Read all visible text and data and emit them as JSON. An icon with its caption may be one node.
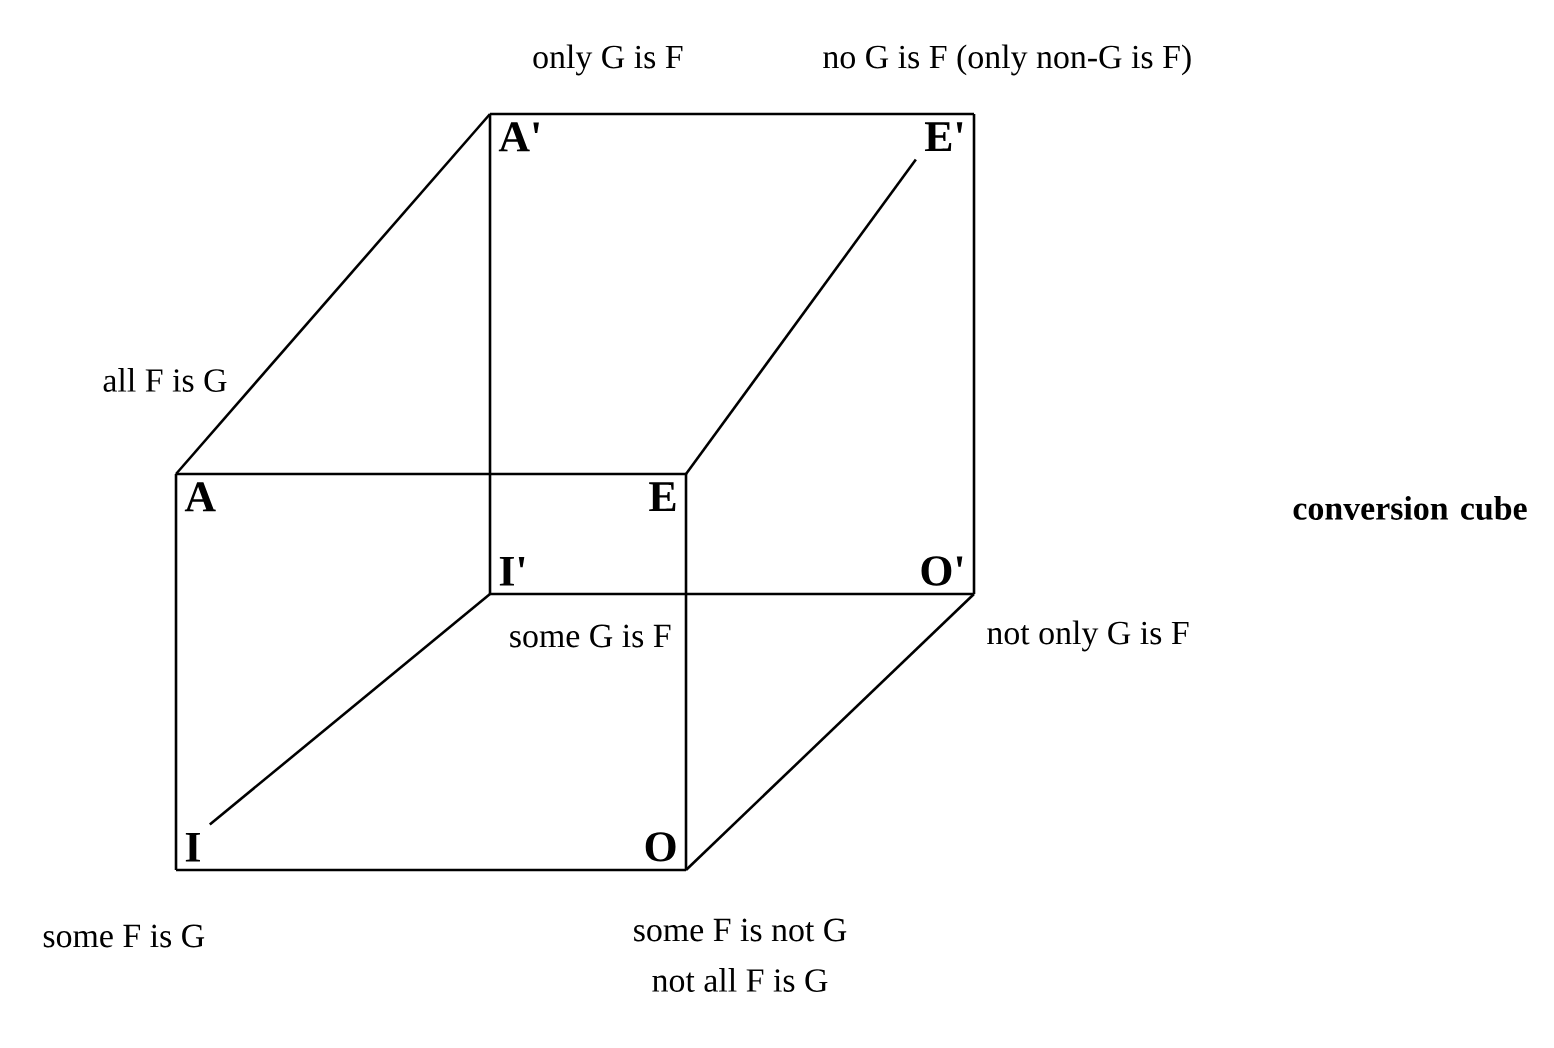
{
  "diagram": {
    "nodes": [
      {
        "text": [
          "A'"
        ],
        "beside": [
          "only G is F"
        ]
      },
      {
        "text": [
          "E'"
        ],
        "beside": [
          "no G is F (only non-G is F)"
        ]
      },
      {
        "text": [
          "A"
        ],
        "beside": [
          "all F is G"
        ]
      },
      {
        "text": [
          "E"
        ]
      },
      {
        "text": [
          "I'"
        ],
        "beside": [
          "some G is F"
        ]
      },
      {
        "text": [
          "O'"
        ],
        "beside": [
          "not only G is F"
        ]
      },
      {
        "text": [
          "I"
        ],
        "beside": [
          "some F is G"
        ]
      },
      {
        "text": [
          "O"
        ],
        "beside": [
          "some F is not G",
          "not all F is G"
        ]
      }
    ],
    "edges": [
      {
        "from": 0,
        "to": 1,
        "arrow": "none"
      },
      {
        "from": 0,
        "to": 4,
        "arrow": "none"
      },
      {
        "from": 1,
        "to": 5,
        "arrow": "none"
      },
      {
        "from": 4,
        "to": 5,
        "arrow": "none"
      },
      {
        "from": 2,
        "to": 3,
        "arrow": "none"
      },
      {
        "from": 2,
        "to": 6,
        "arrow": "none"
      },
      {
        "from": 3,
        "to": 7,
        "arrow": "none"
      },
      {
        "from": 6,
        "to": 7,
        "arrow": "none"
      },
      {
        "from": 2,
        "to": 0,
        "arrow": "none"
      },
      {
        "from": 3,
        "to": 1,
        "arrow": "none"
      },
      {
        "from": 6,
        "to": 4,
        "arrow": "none"
      },
      {
        "from": 7,
        "to": 5,
        "arrow": "none"
      }
    ],
    "labels": [
      "conversion cube"
    ]
  }
}
